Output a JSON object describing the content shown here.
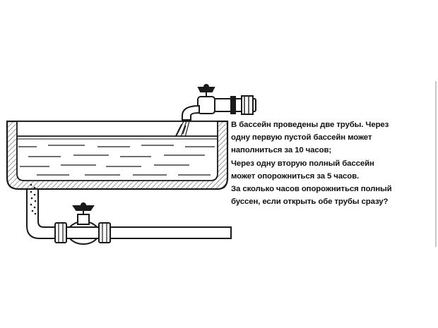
{
  "problem": {
    "lines": [
      "В бассейн проведены две трубы. Через",
      "одну первую пустой бассейн может",
      "наполниться за 10 часов;",
      "Через одну вторую полный бассейн",
      "может опорожниться за 5 часов.",
      "За сколько часов опорожниться полный",
      "буссен, если открыть обе трубы сразу?"
    ]
  },
  "colors": {
    "ink": "#1a1a1a",
    "hatch": "#555555",
    "background": "#ffffff"
  },
  "icons": {
    "inlet_faucet": "faucet-icon",
    "outlet_valve": "valve-icon"
  }
}
